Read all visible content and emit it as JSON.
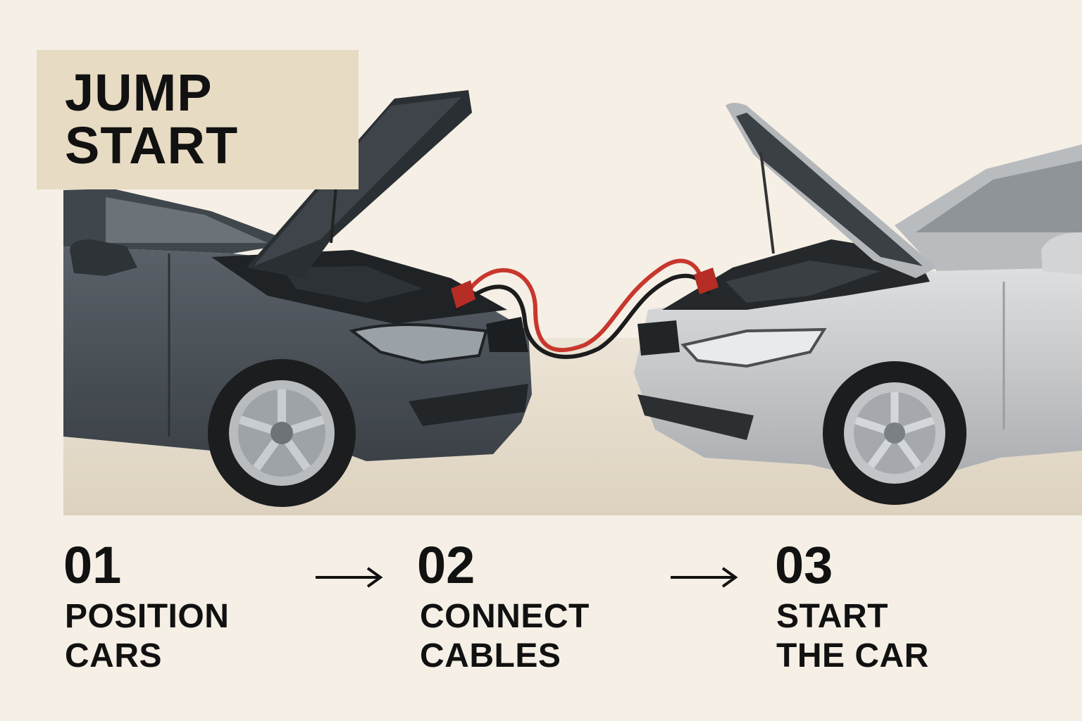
{
  "title": {
    "line1": "JUMP",
    "line2": "START"
  },
  "steps": [
    {
      "number": "01",
      "line1": "POSITION",
      "line2": "CARS"
    },
    {
      "number": "02",
      "line1": "CONNECT",
      "line2": "CABLES"
    },
    {
      "number": "03",
      "line1": "START",
      "line2": "THE CAR"
    }
  ],
  "colors": {
    "background": "#f5efe5",
    "title_box": "#e7dbc3",
    "dark_car": "#4a5158",
    "silver_car": "#c9cbcd",
    "cable_red": "#c8372d",
    "text": "#111111"
  }
}
